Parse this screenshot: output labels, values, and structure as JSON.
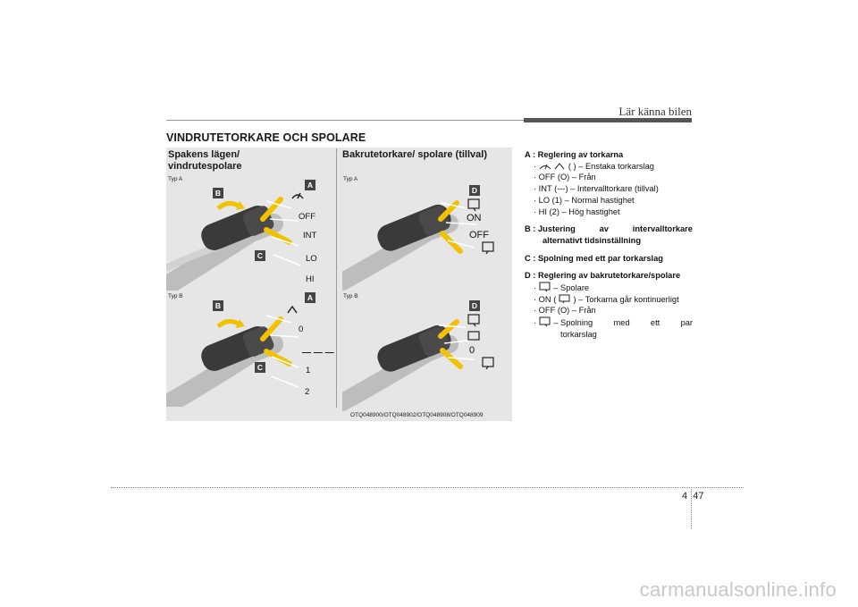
{
  "header": {
    "chapter_title": "Lär känna bilen"
  },
  "section_title": "VINDRUTETORKARE OCH SPOLARE",
  "figure": {
    "left_heading_line1": "Spakens lägen/",
    "left_heading_line2": "vindrutespolare",
    "right_heading": "Bakrutetorkare/ spolare (tillval)",
    "typ_a": "Typ A",
    "typ_b": "Typ B",
    "caption": "OTQ048900/OTQ048902/OTQ048908/OTQ048909",
    "tags": {
      "a": "A",
      "b": "B",
      "c": "C",
      "d": "D"
    },
    "left_top_positions": [
      "OFF",
      "INT",
      "LO",
      "HI"
    ],
    "left_bottom_positions": [
      "0",
      "1",
      "2"
    ],
    "right_top_positions": [
      "ON",
      "OFF"
    ],
    "right_bottom_positions": [
      "0"
    ]
  },
  "description": {
    "a_heading": "A : Reglering av torkarna",
    "a_items": [
      "( ) – Enstaka torkarslag",
      "· OFF (O) – Från",
      "· INT (---) – Intervalltorkare (tillval)",
      "· LO (1) – Normal hastighet",
      "· HI (2) – Hög hastighet"
    ],
    "b_heading_words": [
      "B : Justering",
      "av",
      "intervalltorkare"
    ],
    "b_heading_line2": "alternativt tidsinställning",
    "c_heading": "C : Spolning med ett par torkarslag",
    "d_heading": "D : Reglering av bakrutetorkare/spolare",
    "d_items": [
      "– Spolare",
      "· ON (",
      ") – Torkarna går kontinuerligt",
      "· OFF (O) – Från"
    ],
    "d_last_words": [
      "– Spolning",
      "med",
      "ett",
      "par"
    ],
    "d_last_line2": "torkarslag"
  },
  "footer": {
    "chapter": "4",
    "page": "47"
  },
  "watermark": "carmanualsonline.info",
  "colors": {
    "figure_bg": "#e6e6e6",
    "arrow_yellow": "#f2c200",
    "tag_bg": "#444444"
  }
}
